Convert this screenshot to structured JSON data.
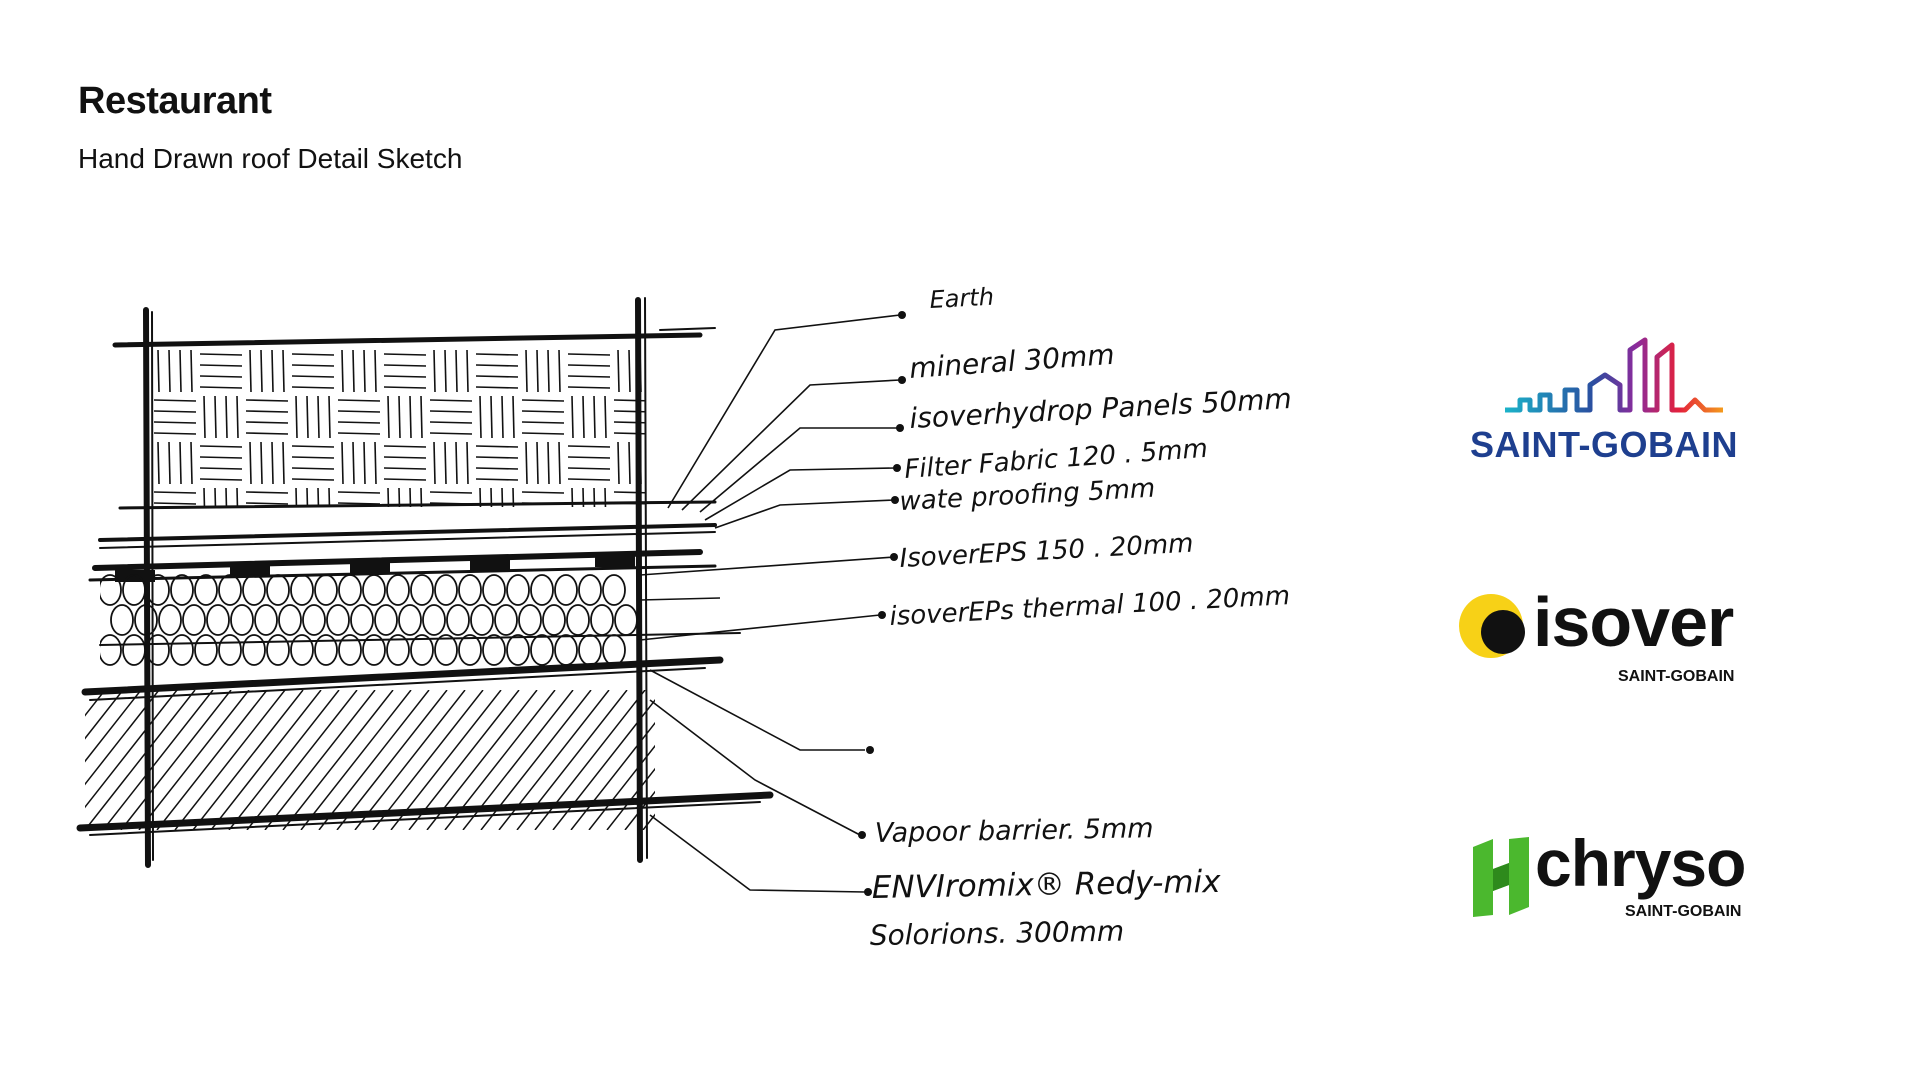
{
  "header": {
    "title": "Restaurant",
    "subtitle": "Hand Drawn roof Detail Sketch"
  },
  "sketch": {
    "labels": [
      "Earth",
      "mineral 30mm",
      "isoverhydrop Panels 50mm",
      "Filter Fabric 120 . 5mm",
      "wate proofing 5mm",
      "IsoverEPS 150 . 20mm",
      "isoverEPs thermal 100 . 20mm",
      "Vapoor barrier. 5mm",
      "ENVIromix® Redy-mix",
      "Solorions. 300mm"
    ]
  },
  "logos": {
    "saint_gobain": {
      "name": "SAINT-GOBAIN",
      "color": "#1e3f8f",
      "icon": "city-skyline-icon"
    },
    "isover": {
      "name": "isover",
      "sub": "SAINT-GOBAIN",
      "dot_color": "#f7d117",
      "icon": "sun-dot-icon"
    },
    "chryso": {
      "name": "chryso",
      "sub": "SAINT-GOBAIN",
      "mark_color": "#4bb82e",
      "icon": "chryso-h-icon"
    }
  }
}
